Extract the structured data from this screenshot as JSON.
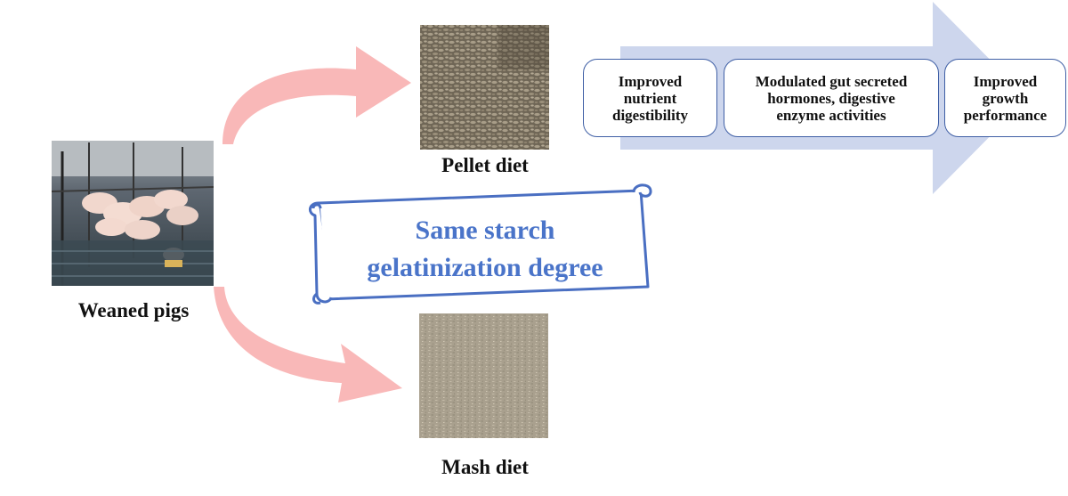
{
  "source": {
    "label": "Weaned pigs"
  },
  "diets": {
    "pellet": {
      "label": "Pellet diet"
    },
    "mash": {
      "label": "Mash diet"
    }
  },
  "banner": {
    "text": "Same starch\ngelatinization degree",
    "color": "#4a74c9"
  },
  "outcomes": [
    {
      "text": "Improved\nnutrient\ndigestibility"
    },
    {
      "text": "Modulated gut secreted\nhormones, digestive\nenzyme activities"
    },
    {
      "text": "Improved\ngrowth\nperformance"
    }
  ],
  "colors": {
    "curved_arrow": "#f9b8b8",
    "flow_arrow": "#cdd6ed",
    "box_border": "#3f5fa5",
    "scroll_border": "#4a6fc2"
  }
}
